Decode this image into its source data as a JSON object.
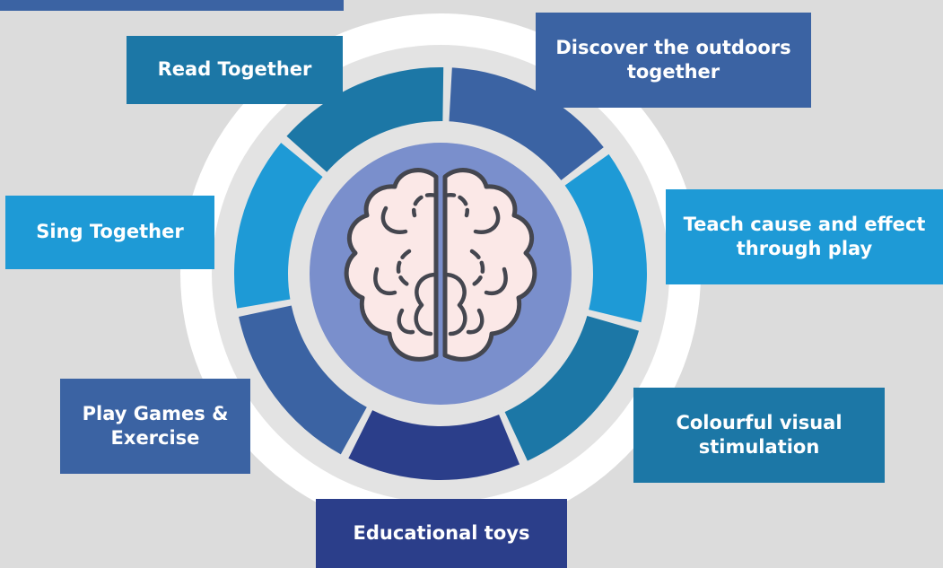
{
  "colors": {
    "background": "#dcdcdc",
    "ring_outer": "#ffffff",
    "ring_track": "#e3e3e3",
    "center_disc": "#7a8fcc",
    "brain_fill": "#fbe8e7",
    "brain_stroke": "#44464f",
    "dark_blue": "#2b3e8a",
    "steel_blue": "#3b63a3",
    "teal_blue": "#1c77a6",
    "sky_blue": "#1e9ad6"
  },
  "center": {
    "icon": "brain-icon"
  },
  "activities": [
    {
      "id": "outdoors",
      "text": "Discover the outdoors together",
      "color": "#3b63a3"
    },
    {
      "id": "cause",
      "text": "Teach cause and effect through play",
      "color": "#1e9ad6"
    },
    {
      "id": "visual",
      "text": "Colourful visual stimulation",
      "color": "#1c77a6"
    },
    {
      "id": "toys",
      "text": "Educational toys",
      "color": "#2b3e8a"
    },
    {
      "id": "games",
      "text": "Play Games & Exercise",
      "color": "#3b63a3"
    },
    {
      "id": "sing",
      "text": "Sing Together",
      "color": "#1e9ad6"
    },
    {
      "id": "read",
      "text": "Read Together",
      "color": "#1c77a6"
    }
  ]
}
